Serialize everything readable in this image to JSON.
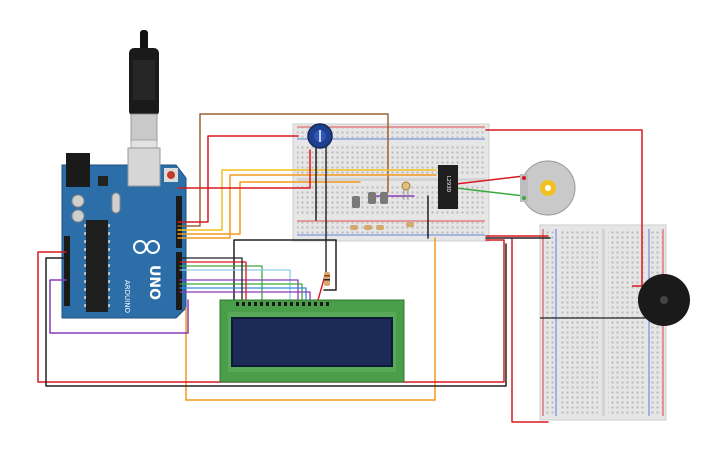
{
  "arduino": {
    "brand": "ARDUINO",
    "model": "UNO"
  },
  "ic_chip": {
    "label": "L293D"
  },
  "colors": {
    "board": "#2c6ea8",
    "breadboard": "#e8e8e8",
    "lcd_bezel": "#4a9e4a",
    "lcd_screen": "#1c2a57",
    "wire_red": "#d8181f",
    "wire_black": "#222222",
    "wire_orange": "#f29a1f",
    "wire_yellow": "#f2c01f",
    "wire_brown": "#9b6233",
    "wire_green": "#3aa83a",
    "wire_purple": "#8a3ab8",
    "wire_blue": "#3a88d8"
  }
}
